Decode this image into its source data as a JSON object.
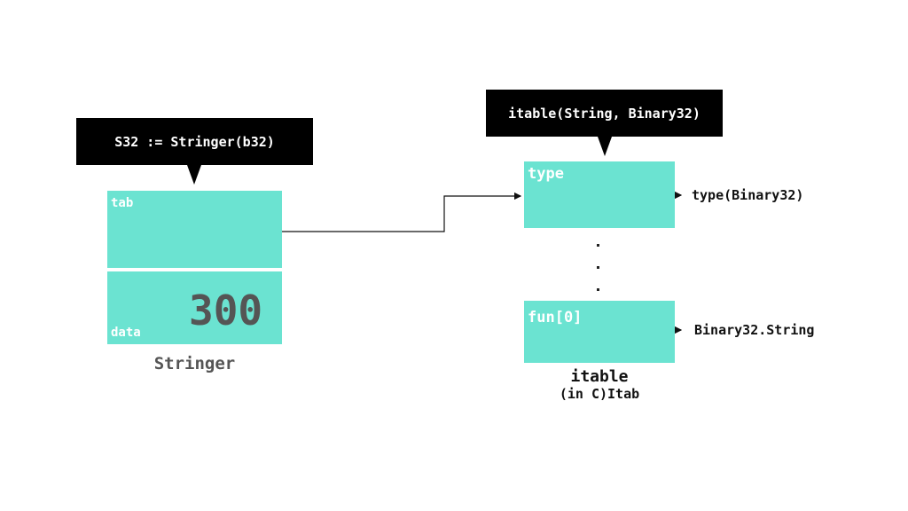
{
  "colors": {
    "cell_fill": "#6be3d1",
    "callout_bg": "#000000",
    "callout_text": "#ffffff",
    "value_text": "#555555",
    "caption_dark": "#111111",
    "caption_gray": "#555555"
  },
  "stringer": {
    "callout": "S32 := Stringer(b32)",
    "tab_label": "tab",
    "data_label": "data",
    "data_value": "300",
    "caption": "Stringer"
  },
  "itable": {
    "callout": "itable(String, Binary32)",
    "type_label": "type",
    "type_target": "type(Binary32)",
    "fun_label": "fun[0]",
    "fun_target": "Binary32.String",
    "caption": "itable",
    "subcaption": "(in C)Itab"
  }
}
